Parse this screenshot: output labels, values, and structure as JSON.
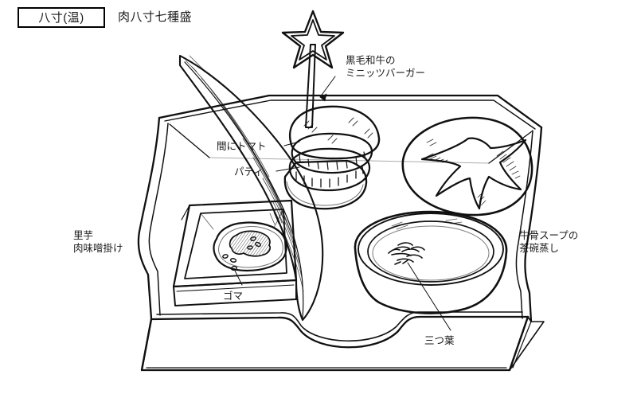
{
  "header": {
    "category_label": "八寸(温)",
    "dish_title": "肉八寸七種盛"
  },
  "annotations": {
    "burger": "黒毛和牛の\nミニッツバーガー",
    "burger_line1": "黒毛和牛の",
    "burger_line2": "ミニッツバーガー",
    "tomato": "間にトマト",
    "patty": "パティ",
    "taro_line1": "里芋",
    "taro_line2": "肉味噌掛け",
    "chawanmushi_line1": "牛骨スープの",
    "chawanmushi_line2": "茶碗蒸し",
    "sesame": "ゴマ",
    "mitsuba": "三つ葉"
  },
  "illustration": {
    "style": "hand-drawn black ink line art, no fill",
    "subject": "wooden hassun serving tray with seven items",
    "line_color": "#111111",
    "background_color": "#ffffff",
    "elements": [
      "wooden-tray",
      "bamboo-leaf",
      "mini-wagyu-burger",
      "star-food-pick",
      "domed-leaf-patterned-item",
      "chawanmushi-bowl",
      "square-masu-box",
      "taro-with-miso"
    ]
  }
}
